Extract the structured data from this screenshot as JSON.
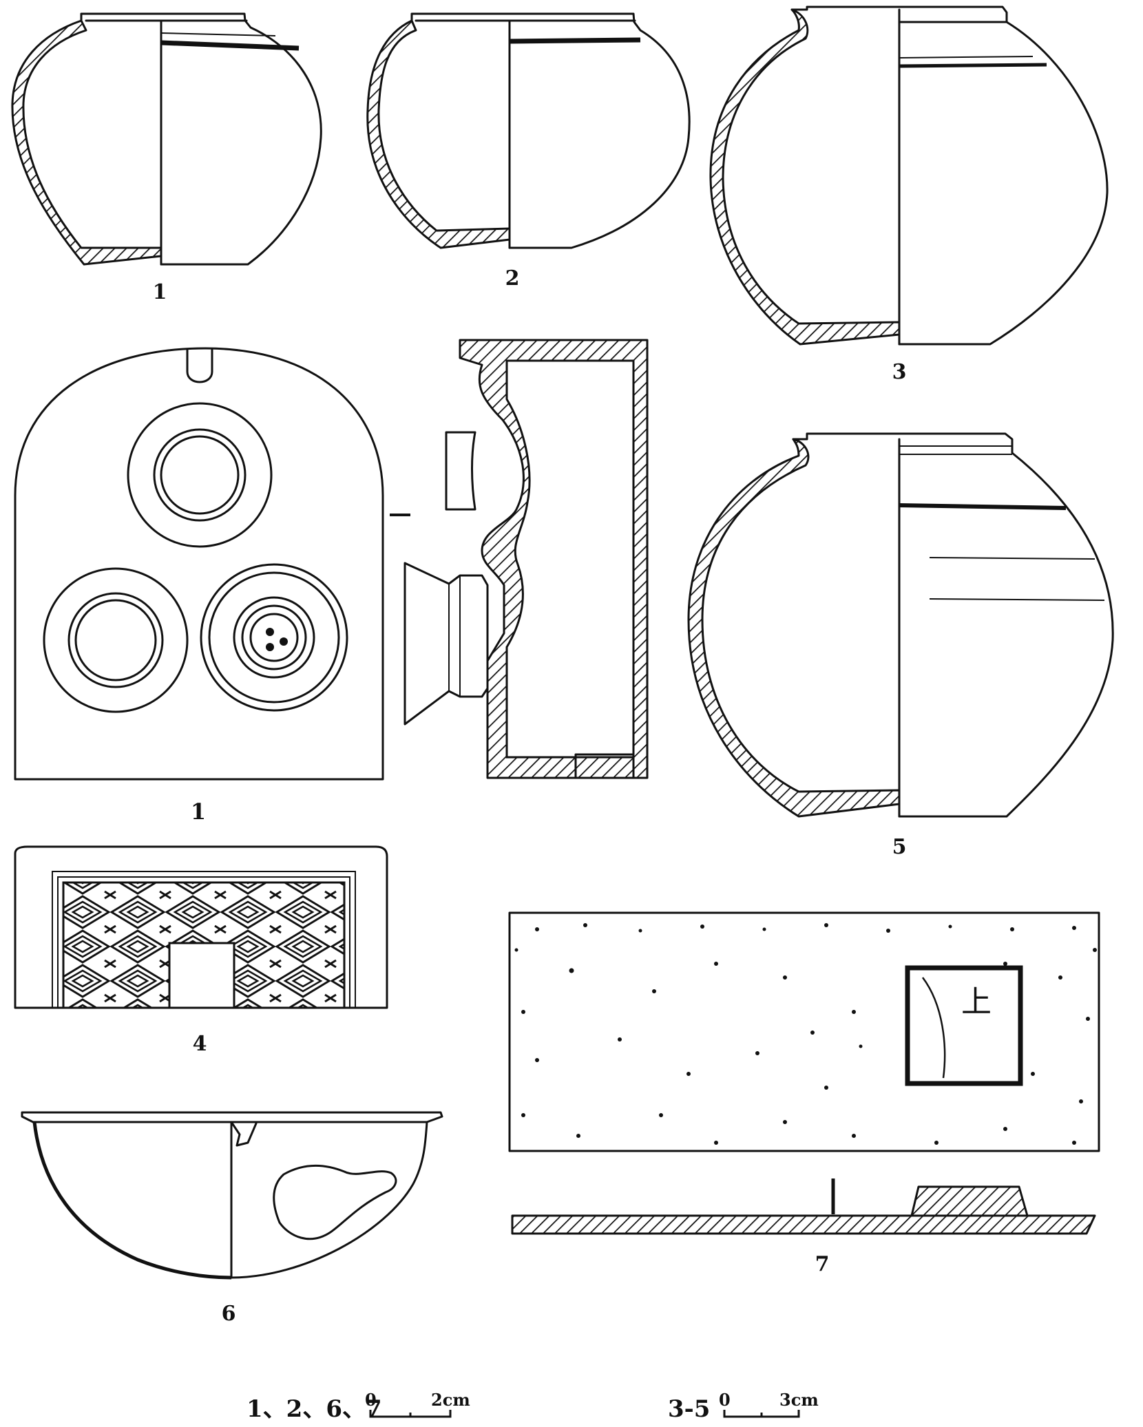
{
  "figure_labels": {
    "fig1": "1",
    "fig2": "2",
    "fig3": "3",
    "fig_stove": "1",
    "fig4": "4",
    "fig5": "5",
    "fig6": "6",
    "fig7": "7"
  },
  "scale_bars": [
    {
      "applies_to": "1、2、6、7",
      "zero": "0",
      "end": "2cm"
    },
    {
      "applies_to": "3-5",
      "zero": "0",
      "end": "3cm"
    }
  ],
  "seal_inscription": "上",
  "colors": {
    "ink": "#111111",
    "background": "#ffffff"
  }
}
